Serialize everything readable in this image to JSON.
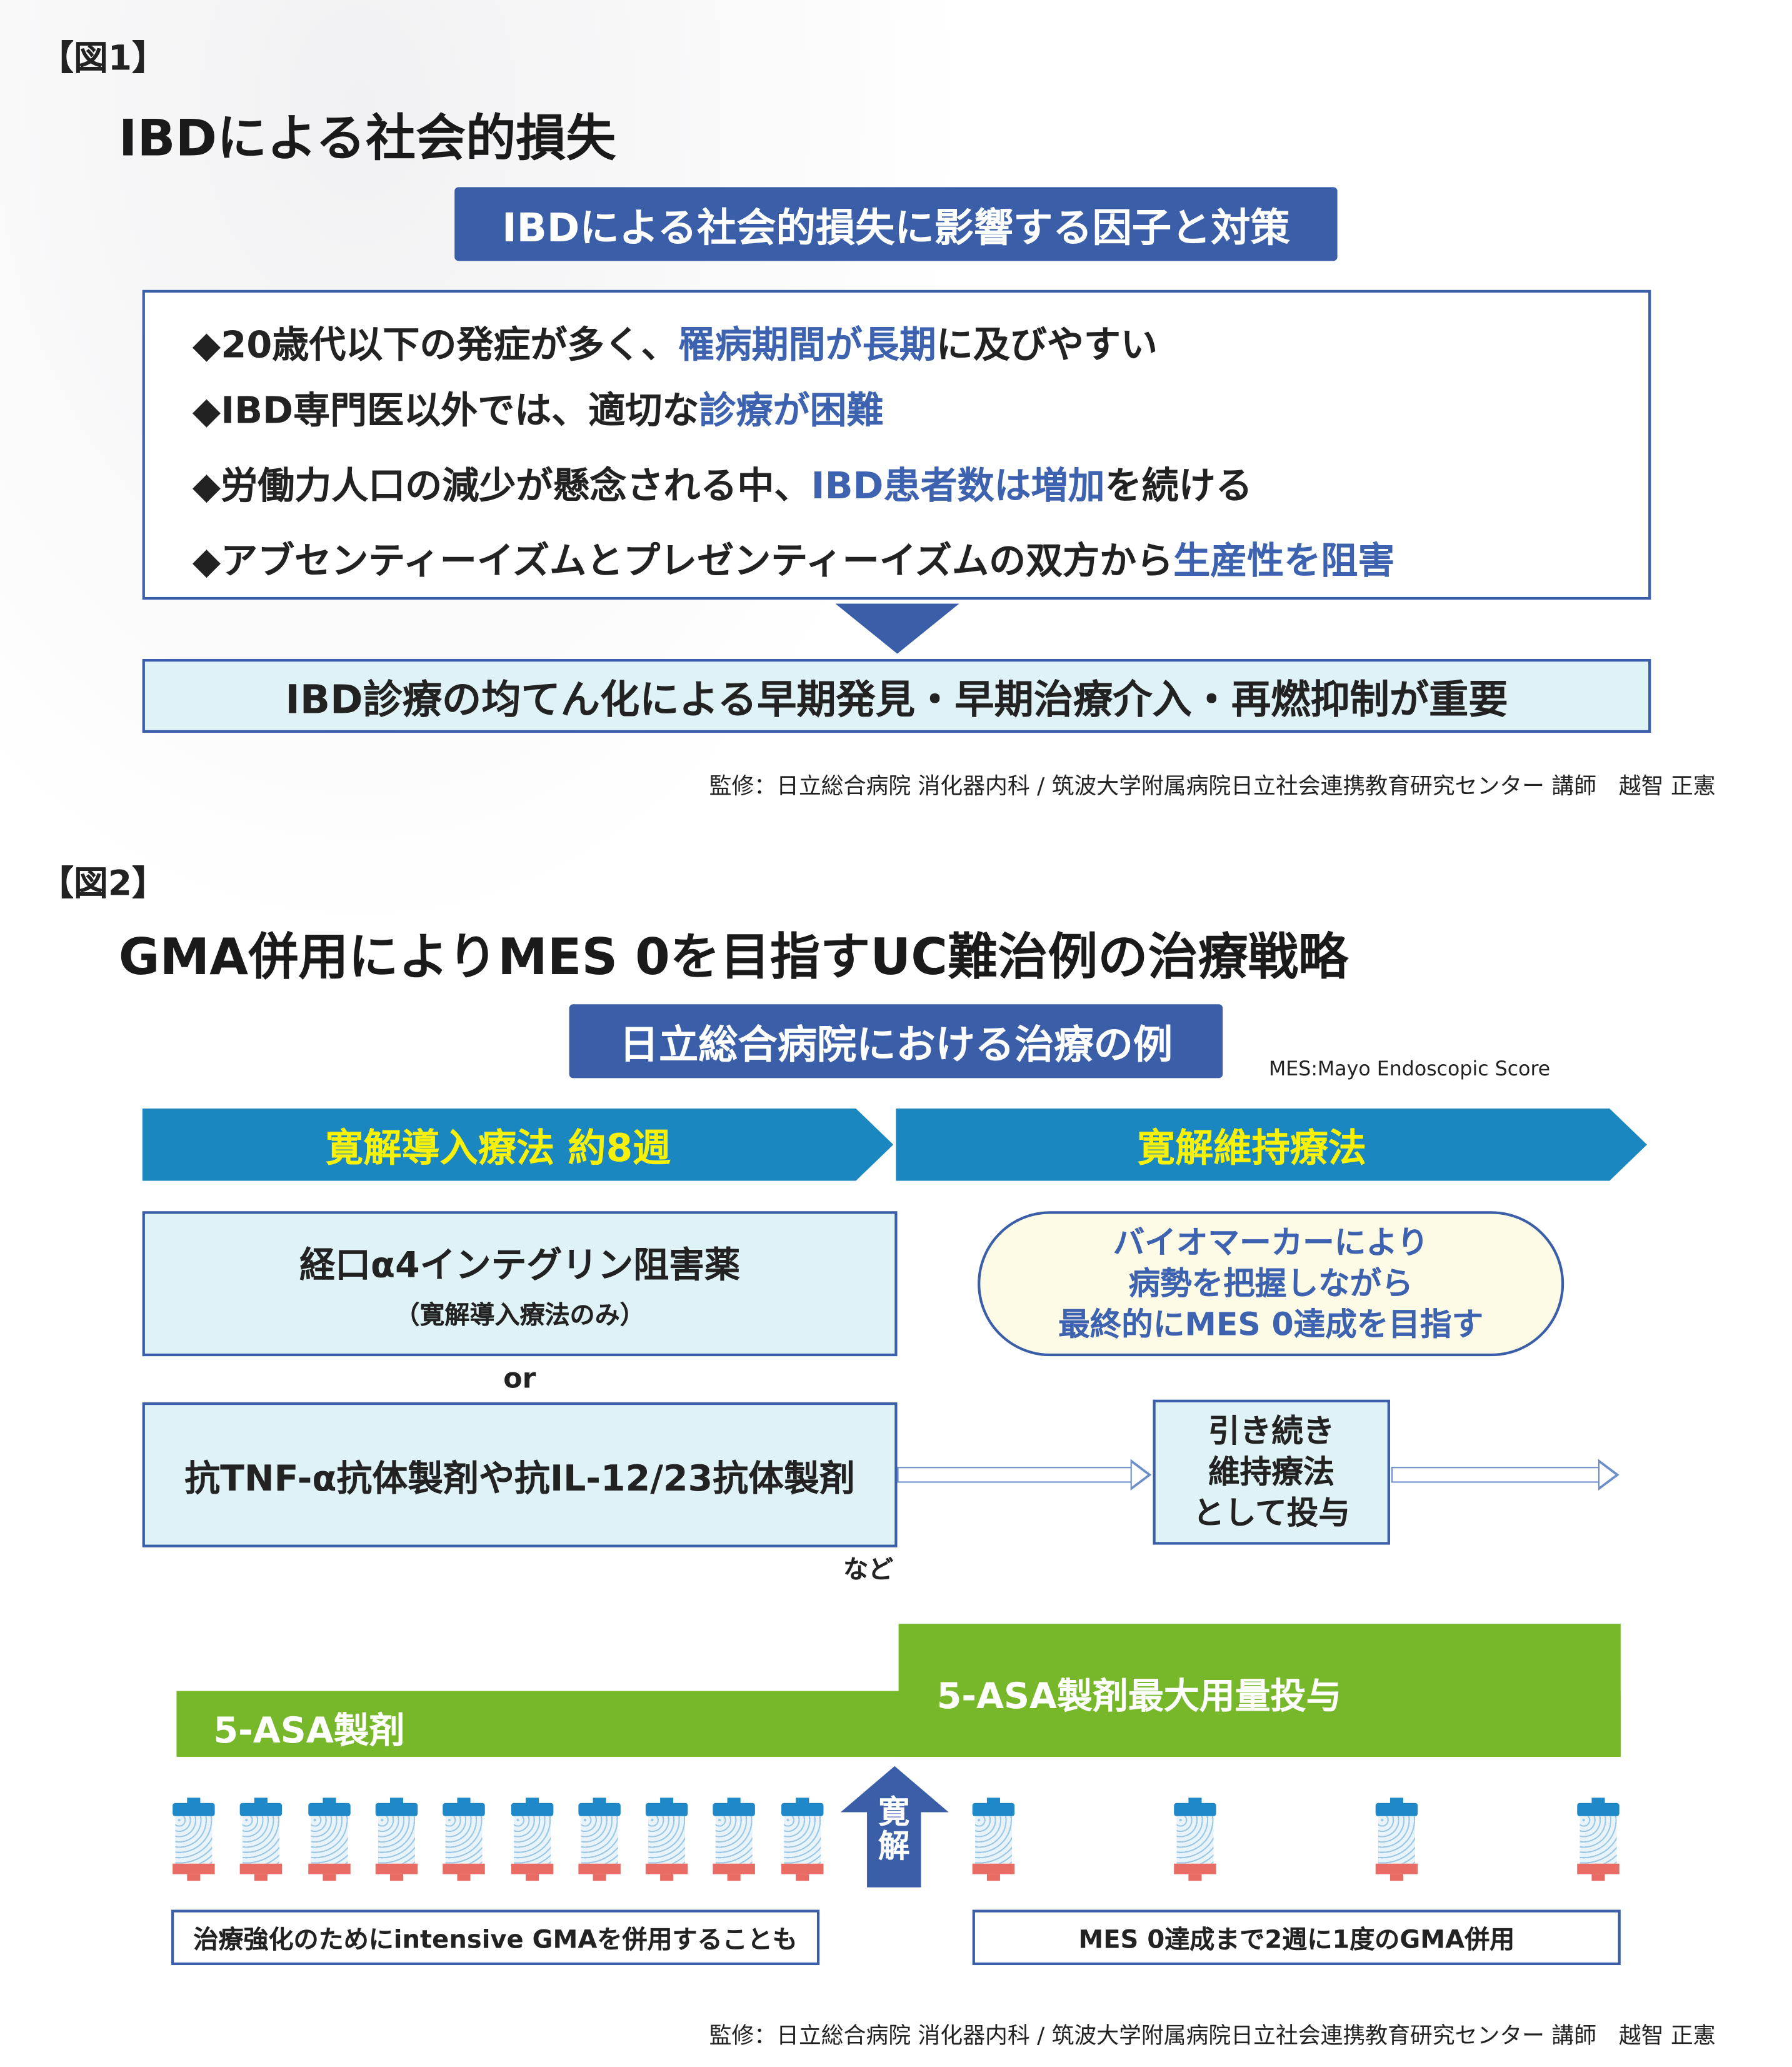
{
  "figure1": {
    "label": "【図1】",
    "title": "IBDによる社会的損失",
    "header": "IBDによる社会的損失に影響する因子と対策",
    "bullets": [
      {
        "marker": "◆",
        "parts": [
          "20歳代以下の発症が多く、",
          "罹病期間が長期",
          "に及びやすい"
        ]
      },
      {
        "marker": "◆",
        "parts": [
          "IBD専門医以外では、適切な",
          "診療が困難",
          ""
        ]
      },
      {
        "marker": "◆",
        "parts": [
          "労働力人口の減少が懸念される中、",
          "IBD患者数は増加",
          "を続ける"
        ]
      },
      {
        "marker": "◆",
        "parts": [
          "アブセンティーイズムとプレゼンティーイズムの双方から",
          "生産性を阻害",
          ""
        ]
      }
    ],
    "conclusion": "IBD診療の均てん化による早期発見・早期治療介入・再燃抑制が重要",
    "credit": "監修：日立総合病院 消化器内科 / 筑波大学附属病院日立社会連携教育研究センター 講師　越智 正憲"
  },
  "figure2": {
    "label": "【図2】",
    "title": "GMA併用によりMES 0を目指すUC難治例の治療戦略",
    "header": "日立総合病院における治療の例",
    "mes_note": "MES:Mayo Endoscopic Score",
    "phase_induction": "寛解導入療法 約8週",
    "phase_maintenance": "寛解維持療法",
    "drug1_main": "経口α4インテグリン阻害薬",
    "drug1_sub": "（寛解導入療法のみ）",
    "or": "or",
    "drug2": "抗TNF-α抗体製剤や抗IL-12/23抗体製剤",
    "nado": "など",
    "biomarker": [
      "バイオマーカーにより",
      "病勢を把握しながら",
      "最終的にMES 0達成を目指す"
    ],
    "continue": [
      "引き続き",
      "維持療法",
      "として投与"
    ],
    "asa": "5-ASA製剤",
    "asa_max": "5-ASA製剤最大用量投与",
    "remission": [
      "寛",
      "解"
    ],
    "note_left": "治療強化のためにintensive GMAを併用することも",
    "note_right": "MES 0達成まで2週に1度のGMA併用",
    "gma_columns_induction": 10,
    "gma_columns_maintenance": 4,
    "credit": "監修：日立総合病院 消化器内科 / 筑波大学附属病院日立社会連携教育研究センター 講師　越智 正憲"
  }
}
